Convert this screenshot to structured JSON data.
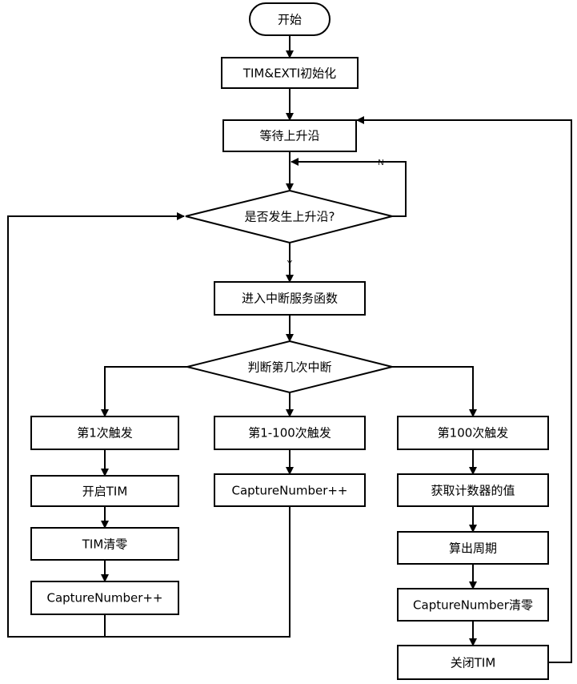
{
  "nodes": {
    "start": "开始",
    "init": "TIM&EXTI初始化",
    "wait_rising": "等待上升沿",
    "decision_rising": "是否发生上升沿?",
    "enter_isr": "进入中断服务函数",
    "decision_count": "判断第几次中断",
    "first_trigger": "第1次触发",
    "open_tim": "开启TIM",
    "tim_clear": "TIM清零",
    "capture_inc_left": "CaptureNumber++",
    "mid_trigger": "第1-100次触发",
    "capture_inc_mid": "CaptureNumber++",
    "hundredth_trigger": "第100次触发",
    "get_counter": "获取计数器的值",
    "calc_period": "算出周期",
    "capture_clear": "CaptureNumber清零",
    "close_tim": "关闭TIM"
  },
  "labels": {
    "no": "N",
    "yes": "Y"
  }
}
